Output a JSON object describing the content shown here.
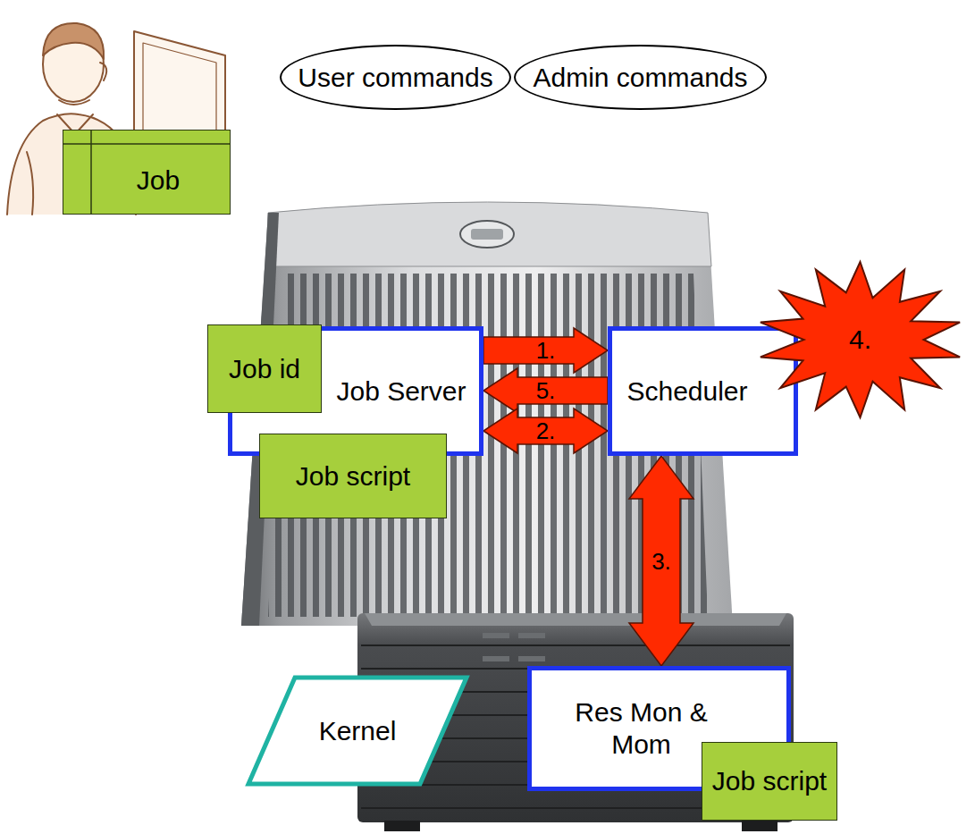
{
  "diagram": {
    "nodes": [
      {
        "text": [
          "Job"
        ]
      },
      {
        "text": [
          "User commands"
        ]
      },
      {
        "text": [
          "Admin commands"
        ]
      },
      {
        "text": [
          "Job Server"
        ]
      },
      {
        "text": [
          "Scheduler"
        ]
      },
      {
        "text": [
          "4."
        ]
      },
      {
        "text": [
          "Job id"
        ]
      },
      {
        "text": [
          "Job script"
        ]
      },
      {
        "text": [
          "Kernel"
        ]
      },
      {
        "text": [
          "Res Mon & Mom"
        ]
      },
      {
        "text": [
          "Job script"
        ]
      }
    ],
    "edges": [
      {
        "from": 3,
        "to": 4,
        "arrow": "to",
        "label": "1."
      },
      {
        "from": 4,
        "to": 3,
        "arrow": "to",
        "label": "5."
      },
      {
        "from": 3,
        "to": 4,
        "arrow": "both",
        "label": "2."
      },
      {
        "from": 4,
        "to": 9,
        "arrow": "both",
        "label": "3."
      }
    ]
  }
}
